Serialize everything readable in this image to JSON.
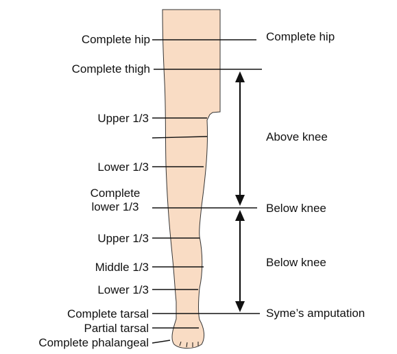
{
  "colors": {
    "skin": "#f9dcc4",
    "outline": "#333333",
    "line": "#111111"
  },
  "left_labels": {
    "complete_hip": "Complete hip",
    "complete_thigh": "Complete thigh",
    "upper_third_thigh": "Upper 1/3",
    "lower_third_thigh": "Lower 1/3",
    "complete_lower_third": [
      "Complete",
      "lower 1/3"
    ],
    "upper_third_leg": "Upper 1/3",
    "middle_third_leg": "Middle 1/3",
    "lower_third_leg": "Lower 1/3",
    "complete_tarsal": "Complete tarsal",
    "partial_tarsal": "Partial tarsal",
    "complete_phalangeal": "Complete phalangeal"
  },
  "right_labels": {
    "complete_hip": "Complete hip",
    "above_knee": "Above knee",
    "below_knee_level": "Below knee",
    "below_knee_region": "Below knee",
    "symes_amputation": "Syme’s amputation"
  }
}
